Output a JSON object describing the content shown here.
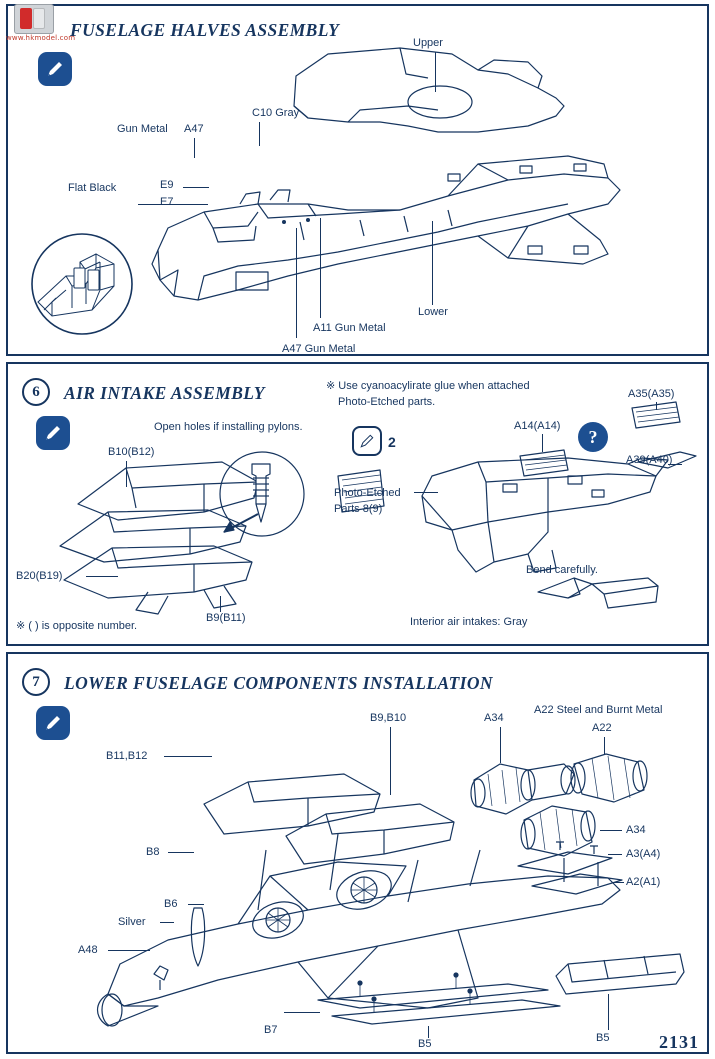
{
  "document": {
    "page_number": "2131",
    "watermark": "www.hkmodel.com"
  },
  "steps": [
    {
      "number": "",
      "title": "FUSELAGE HALVES ASSEMBLY",
      "labels": {
        "upper": "Upper",
        "lower": "Lower",
        "gun_metal": "Gun Metal",
        "a47": "A47",
        "c10_gray": "C10 Gray",
        "flat_black": "Flat Black",
        "e9": "E9",
        "e7": "E7",
        "a11_gun_metal": "A11 Gun Metal",
        "a47_gun_metal": "A47 Gun Metal"
      }
    },
    {
      "number": "6",
      "title": "AIR INTAKE ASSEMBLY",
      "labels": {
        "cyano_note_line1": "※ Use cyanoacylirate glue when attached",
        "cyano_note_line2": "Photo-Etched parts.",
        "open_holes": "Open holes if installing pylons.",
        "b10": "B10(B12)",
        "b20": "B20(B19)",
        "b9": "B9(B11)",
        "photo_etched_line1": "Photo-Etched",
        "photo_etched_line2": "Parts 8(9)",
        "quantity": "2",
        "opposite_note": "※ (  ) is opposite number.",
        "a35": "A35(A35)",
        "a14": "A14(A14)",
        "a39": "A39(A40)",
        "bend_carefully": "Bend carefully.",
        "interior_intakes": "Interior air intakes: Gray"
      }
    },
    {
      "number": "7",
      "title": "LOWER FUSELAGE COMPONENTS INSTALLATION",
      "labels": {
        "b11_b12": "B11,B12",
        "b9_b10": "B9,B10",
        "a34_top": "A34",
        "a22_note": "A22 Steel and Burnt Metal",
        "a22": "A22",
        "a34_right": "A34",
        "a3": "A3(A4)",
        "a2": "A2(A1)",
        "b8": "B8",
        "b6": "B6",
        "silver": "Silver",
        "a48": "A48",
        "b7": "B7",
        "b5": "B5",
        "b5_detail": "B5"
      }
    }
  ]
}
